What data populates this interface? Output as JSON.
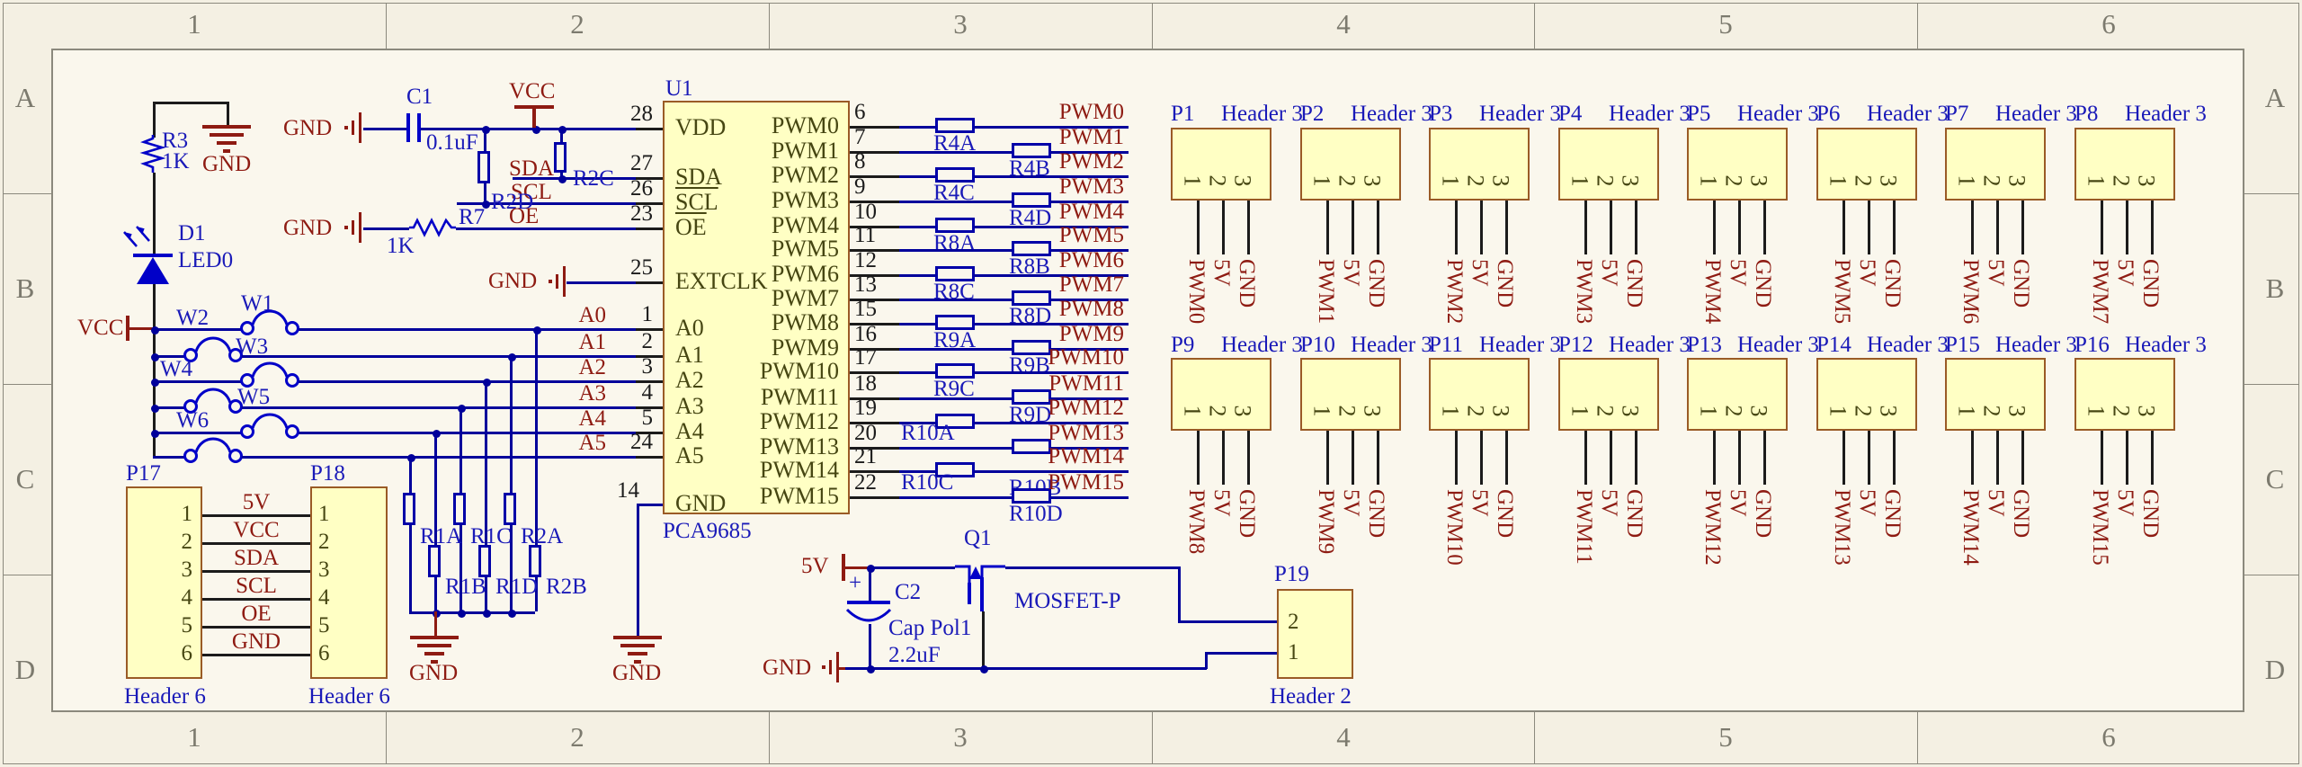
{
  "border": {
    "cols": [
      "1",
      "2",
      "3",
      "4",
      "5",
      "6"
    ],
    "rows": [
      "A",
      "B",
      "C",
      "D"
    ]
  },
  "led_branch": {
    "gnd_top": "GND",
    "r3": {
      "ref": "R3",
      "value": "1K"
    },
    "d1": {
      "ref": "D1",
      "value": "LED0"
    },
    "vcc": "VCC"
  },
  "decoupling": {
    "gnd": "GND",
    "c1": {
      "ref": "C1",
      "value": "0.1uF"
    },
    "vcc": "VCC"
  },
  "pullups": {
    "sda": "SDA",
    "r2c": "R2C",
    "scl": "SCL",
    "r2d": "R2D"
  },
  "oe_net": {
    "gnd": "GND",
    "r7": {
      "ref": "R7",
      "value": "1K"
    },
    "oe": "OE"
  },
  "extclk_gnd": "GND",
  "chip": {
    "ref": "U1",
    "part": "PCA9685",
    "gnd_net": "GND",
    "left_pins": [
      {
        "name": "VDD",
        "num": "28"
      },
      {
        "name": "SDA",
        "num": "27"
      },
      {
        "name": "SCL",
        "num": "26",
        "overline": true
      },
      {
        "name": "OE",
        "num": "23",
        "overline": true
      },
      {
        "name": "EXTCLK",
        "num": "25"
      },
      {
        "name": "A0",
        "num": "1"
      },
      {
        "name": "A1",
        "num": "2"
      },
      {
        "name": "A2",
        "num": "3"
      },
      {
        "name": "A3",
        "num": "4"
      },
      {
        "name": "A4",
        "num": "5"
      },
      {
        "name": "A5",
        "num": "24"
      },
      {
        "name": "GND",
        "num": "14"
      }
    ],
    "right_pins": [
      {
        "name": "PWM0",
        "num": "6",
        "net": "PWM0",
        "rpos": "near",
        "labels": [
          {
            "text": "R4A",
            "pos": "near"
          }
        ]
      },
      {
        "name": "PWM1",
        "num": "7",
        "net": "PWM1",
        "rpos": "far",
        "labels": [
          {
            "text": "R4B",
            "pos": "far"
          }
        ]
      },
      {
        "name": "PWM2",
        "num": "8",
        "net": "PWM2",
        "rpos": "near",
        "labels": [
          {
            "text": "R4C",
            "pos": "near"
          }
        ]
      },
      {
        "name": "PWM3",
        "num": "9",
        "net": "PWM3",
        "rpos": "far",
        "labels": [
          {
            "text": "R4D",
            "pos": "far"
          }
        ]
      },
      {
        "name": "PWM4",
        "num": "10",
        "net": "PWM4",
        "rpos": "near",
        "labels": [
          {
            "text": "R8A",
            "pos": "near"
          }
        ]
      },
      {
        "name": "PWM5",
        "num": "11",
        "net": "PWM5",
        "rpos": "far",
        "labels": [
          {
            "text": "R8B",
            "pos": "far"
          }
        ]
      },
      {
        "name": "PWM6",
        "num": "12",
        "net": "PWM6",
        "rpos": "near",
        "labels": [
          {
            "text": "R8C",
            "pos": "near"
          }
        ]
      },
      {
        "name": "PWM7",
        "num": "13",
        "net": "PWM7",
        "rpos": "far",
        "labels": [
          {
            "text": "R8D",
            "pos": "far"
          }
        ]
      },
      {
        "name": "PWM8",
        "num": "15",
        "net": "PWM8",
        "rpos": "near",
        "labels": [
          {
            "text": "R9A",
            "pos": "near"
          }
        ]
      },
      {
        "name": "PWM9",
        "num": "16",
        "net": "PWM9",
        "rpos": "far",
        "labels": [
          {
            "text": "R9B",
            "pos": "far"
          }
        ]
      },
      {
        "name": "PWM10",
        "num": "17",
        "net": "PWM10",
        "rpos": "near",
        "labels": [
          {
            "text": "R9C",
            "pos": "near"
          }
        ]
      },
      {
        "name": "PWM11",
        "num": "18",
        "net": "PWM11",
        "rpos": "far",
        "labels": [
          {
            "text": "R9D",
            "pos": "far"
          }
        ]
      },
      {
        "name": "PWM12",
        "num": "19",
        "net": "PWM12",
        "rpos": "near",
        "labels": []
      },
      {
        "name": "PWM13",
        "num": "20",
        "net": "PWM13",
        "rpos": "far",
        "labels": [
          {
            "text": "R10A",
            "pos": "inline"
          }
        ]
      },
      {
        "name": "PWM14",
        "num": "21",
        "net": "PWM14",
        "rpos": "near",
        "labels": [
          {
            "text": "R10B",
            "pos": "far"
          }
        ]
      },
      {
        "name": "PWM15",
        "num": "22",
        "net": "PWM15",
        "rpos": "far",
        "labels": [
          {
            "text": "R10C",
            "pos": "inline"
          },
          {
            "text": "R10D",
            "pos": "far"
          }
        ]
      }
    ]
  },
  "jumpers": [
    "W1",
    "W2",
    "W3",
    "W4",
    "W5",
    "W6"
  ],
  "addr_nets": [
    "A0",
    "A1",
    "A2",
    "A3",
    "A4",
    "A5"
  ],
  "pulldowns": {
    "upper": [
      "R1A",
      "R1C",
      "R2A"
    ],
    "lower": [
      "R1B",
      "R1D",
      "R2B"
    ],
    "gnd": "GND"
  },
  "headers3": {
    "type": "Header 3",
    "pin_nums": [
      "1",
      "2",
      "3"
    ],
    "power_net": "5V",
    "gnd_net": "GND",
    "top": [
      {
        "ref": "P1",
        "net": "PWM0"
      },
      {
        "ref": "P2",
        "net": "PWM1"
      },
      {
        "ref": "P3",
        "net": "PWM2"
      },
      {
        "ref": "P4",
        "net": "PWM3"
      },
      {
        "ref": "P5",
        "net": "PWM4"
      },
      {
        "ref": "P6",
        "net": "PWM5"
      },
      {
        "ref": "P7",
        "net": "PWM6"
      },
      {
        "ref": "P8",
        "net": "PWM7"
      }
    ],
    "bottom": [
      {
        "ref": "P9",
        "net": "PWM8"
      },
      {
        "ref": "P10",
        "net": "PWM9"
      },
      {
        "ref": "P11",
        "net": "PWM10"
      },
      {
        "ref": "P12",
        "net": "PWM11"
      },
      {
        "ref": "P13",
        "net": "PWM12"
      },
      {
        "ref": "P14",
        "net": "PWM13"
      },
      {
        "ref": "P15",
        "net": "PWM14"
      },
      {
        "ref": "P16",
        "net": "PWM15"
      }
    ]
  },
  "io_headers": {
    "p17": "P17",
    "p18": "P18",
    "type": "Header 6",
    "pins": [
      "1",
      "2",
      "3",
      "4",
      "5",
      "6"
    ],
    "nets": [
      "5V",
      "VCC",
      "SDA",
      "SCL",
      "OE",
      "GND"
    ]
  },
  "power_stage": {
    "v5": "5V",
    "c2": {
      "ref": "C2",
      "name": "Cap Pol1",
      "value": "2.2uF",
      "plus": "+"
    },
    "q1": {
      "ref": "Q1",
      "value": "MOSFET-P"
    },
    "gnd": "GND",
    "p19": {
      "ref": "P19",
      "type": "Header 2",
      "pins": [
        "2",
        "1"
      ]
    }
  }
}
